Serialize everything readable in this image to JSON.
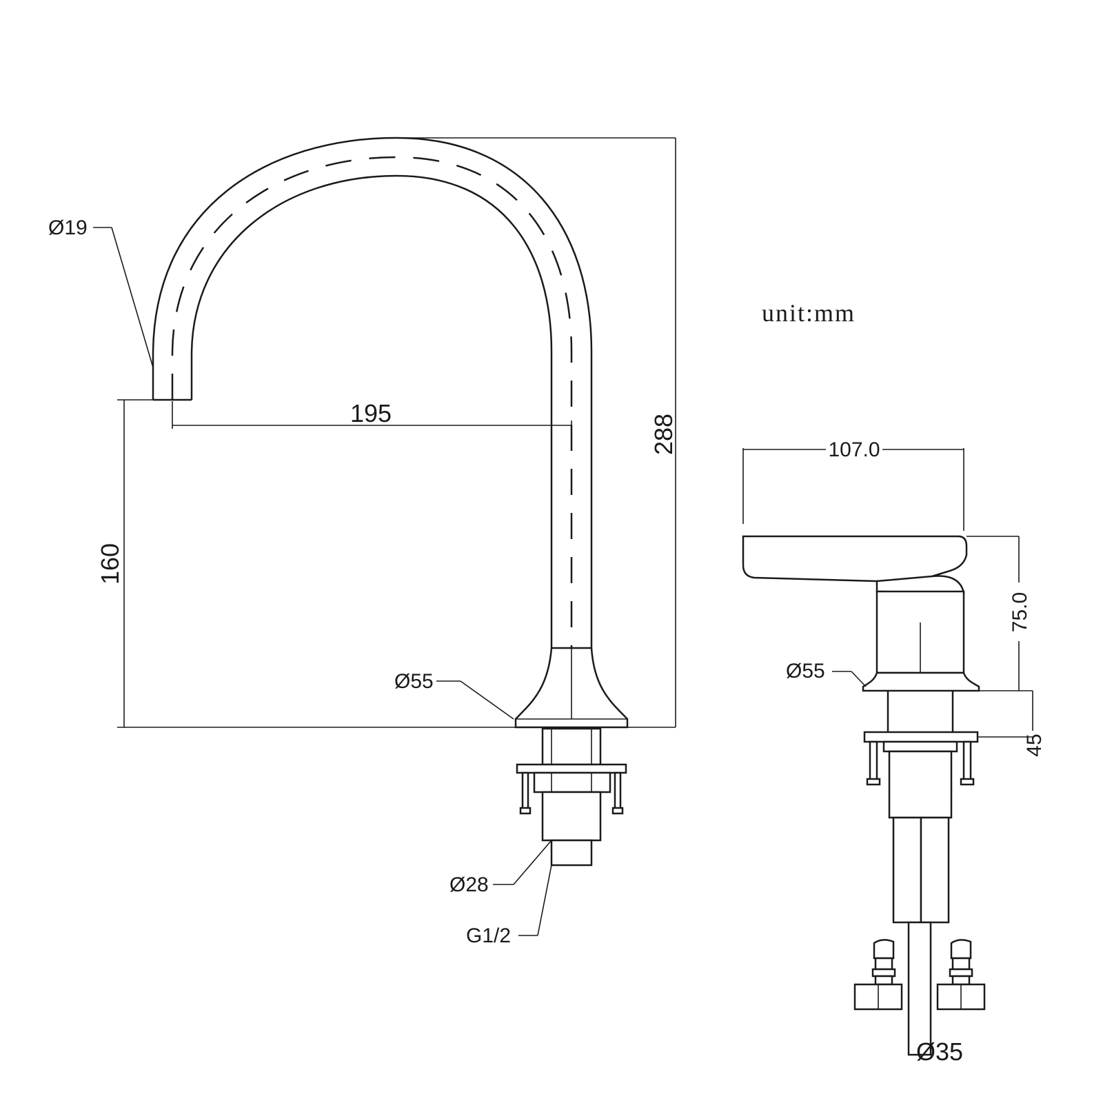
{
  "unit_note": "unit:mm",
  "front_view": {
    "spout_diameter": "Ø19",
    "reach": "195",
    "total_height": "288",
    "spout_outlet_height": "160",
    "base_diameter": "Ø55",
    "shank_diameter": "Ø28",
    "thread": "G1/2"
  },
  "side_view": {
    "handle_length": "107.0",
    "handle_height": "75.0",
    "base_diameter": "Ø55",
    "shank_length": "45",
    "hose_diameter": "Ø35"
  }
}
